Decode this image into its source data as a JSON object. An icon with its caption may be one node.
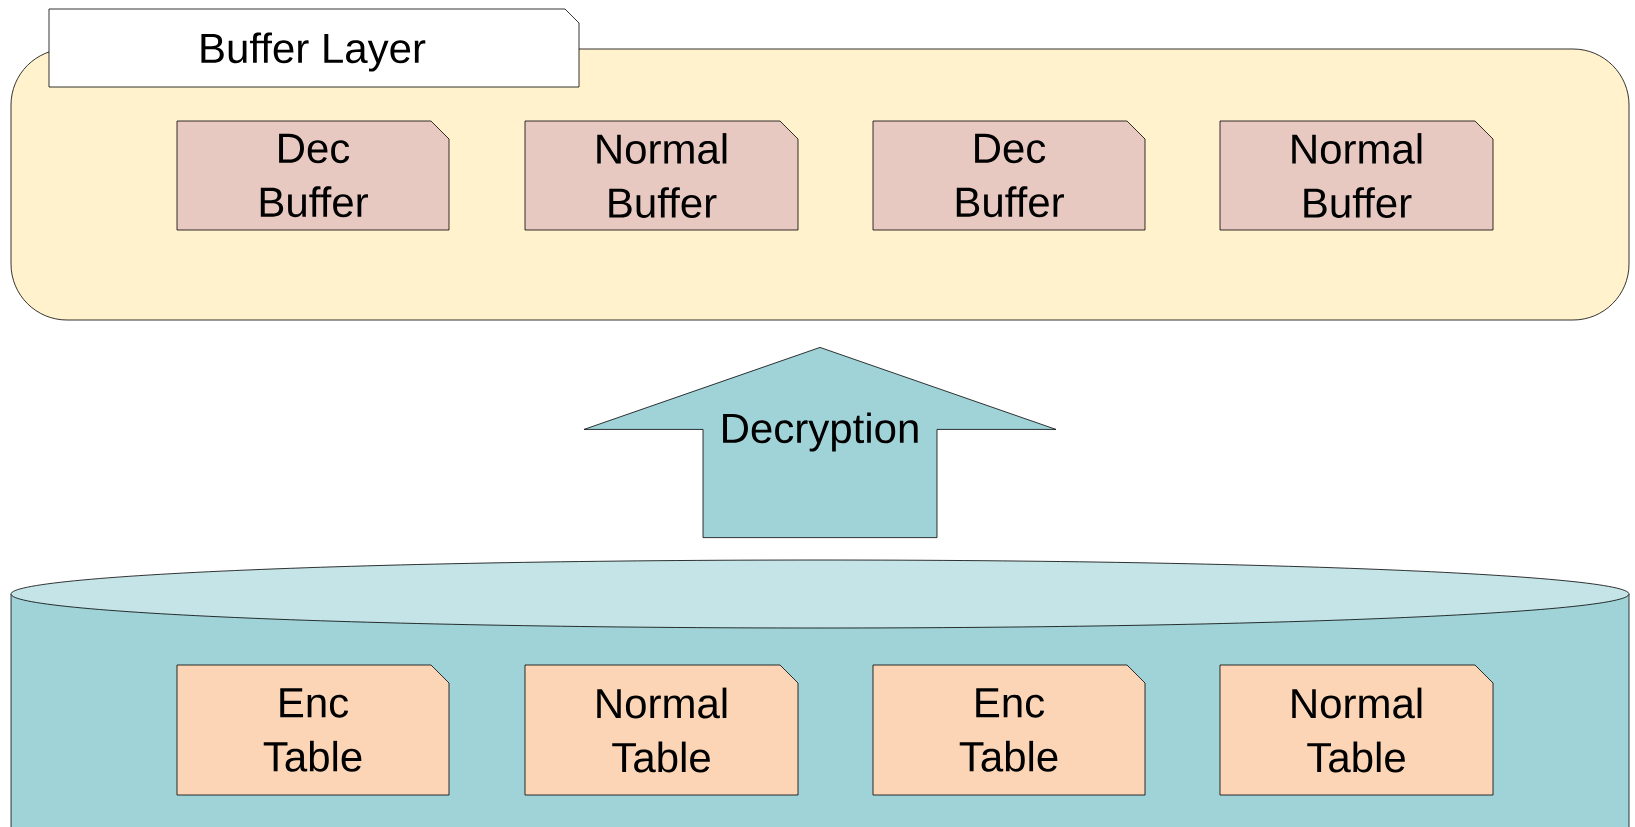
{
  "diagram": {
    "nodes": [
      {
        "text": [
          "Buffer Layer"
        ]
      },
      {
        "text": [
          "Dec Buffer"
        ],
        "in": 0
      },
      {
        "text": [
          "Normal Buffer"
        ],
        "in": 0
      },
      {
        "text": [
          "Dec Buffer"
        ],
        "in": 0
      },
      {
        "text": [
          "Normal Buffer"
        ],
        "in": 0
      },
      {
        "text": [],
        "shape": "cylinder"
      },
      {
        "text": [
          "Enc Table"
        ],
        "in": 5
      },
      {
        "text": [
          "Normal Table"
        ],
        "in": 5
      },
      {
        "text": [
          "Enc Table"
        ],
        "in": 5
      },
      {
        "text": [
          "Normal Table"
        ],
        "in": 5
      }
    ],
    "edges": [
      {
        "from": 5,
        "to": 0,
        "arrow": "to",
        "label": "Decryption"
      }
    ]
  }
}
